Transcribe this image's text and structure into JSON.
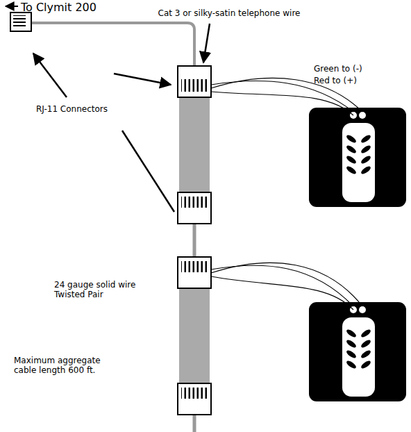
{
  "diagram": {
    "labels": [
      "To Clymit 200",
      "Cat 3 or silky-satin telephone wire",
      "Green to (-)",
      "Red to (+)",
      "RJ-11 Connectors",
      "24 gauge solid wire Twisted Pair",
      "Maximum aggregate cable length 600 ft."
    ]
  }
}
